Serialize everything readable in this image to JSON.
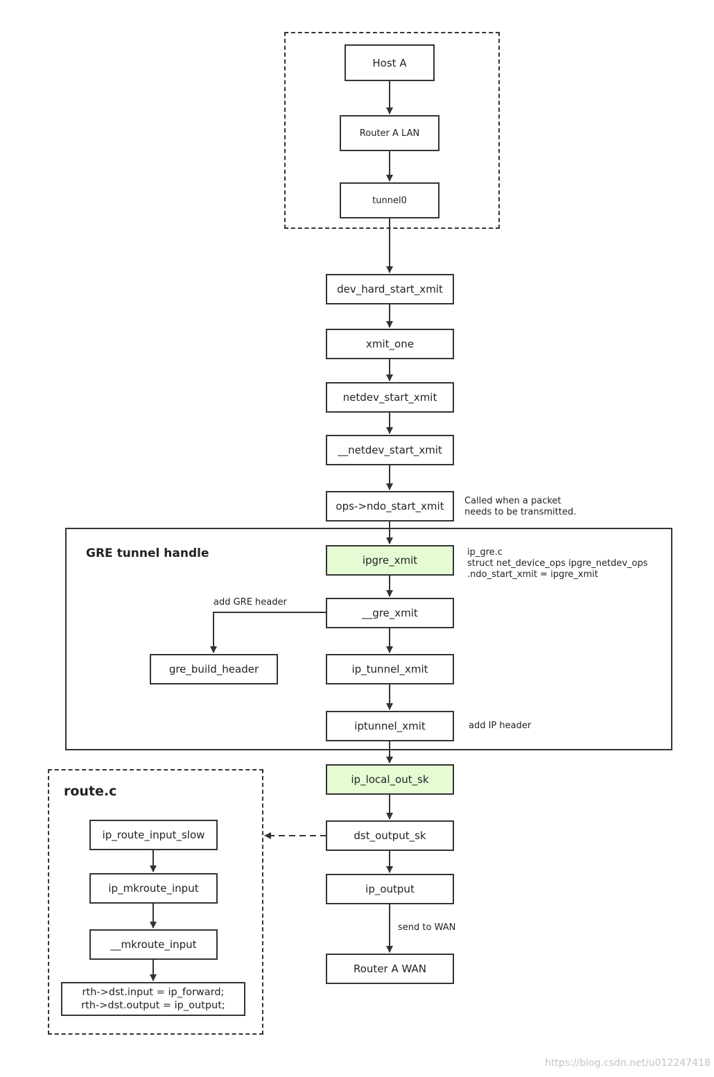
{
  "nodes": {
    "host_a": "Host A",
    "router_a_lan": "Router A LAN",
    "tunnel0": "tunnel0",
    "dev_hard_start_xmit": "dev_hard_start_xmit",
    "xmit_one": "xmit_one",
    "netdev_start_xmit": "netdev_start_xmit",
    "__netdev_start_xmit": "__netdev_start_xmit",
    "ndo_start_xmit": "ops->ndo_start_xmit",
    "ipgre_xmit": "ipgre_xmit",
    "__gre_xmit": "__gre_xmit",
    "gre_build_header": "gre_build_header",
    "ip_tunnel_xmit": "ip_tunnel_xmit",
    "iptunnel_xmit": "iptunnel_xmit",
    "ip_local_out_sk": "ip_local_out_sk",
    "dst_output_sk": "dst_output_sk",
    "ip_output": "ip_output",
    "router_a_wan": "Router A WAN",
    "ip_route_input_slow": "ip_route_input_slow",
    "ip_mkroute_input": "ip_mkroute_input",
    "__mkroute_input": "__mkroute_input",
    "rth_line1": "rth->dst.input = ip_forward;",
    "rth_line2": "rth->dst.output = ip_output;"
  },
  "groups": {
    "gre_title": "GRE tunnel handle",
    "route_title": "route.c"
  },
  "notes": {
    "called_line1": "Called when a packet",
    "called_line2": "needs to be transmitted.",
    "ipgre_line1": "ip_gre.c",
    "ipgre_line2": "struct net_device_ops ipgre_netdev_ops",
    "ipgre_line3": ".ndo_start_xmit = ipgre_xmit",
    "add_gre_header": "add GRE header",
    "add_ip_header": "add IP header",
    "send_to_wan": "send to WAN"
  },
  "watermark": "https://blog.csdn.net/u012247418",
  "colors": {
    "highlight_fill": "#e5fbd3",
    "stroke": "#333333"
  }
}
